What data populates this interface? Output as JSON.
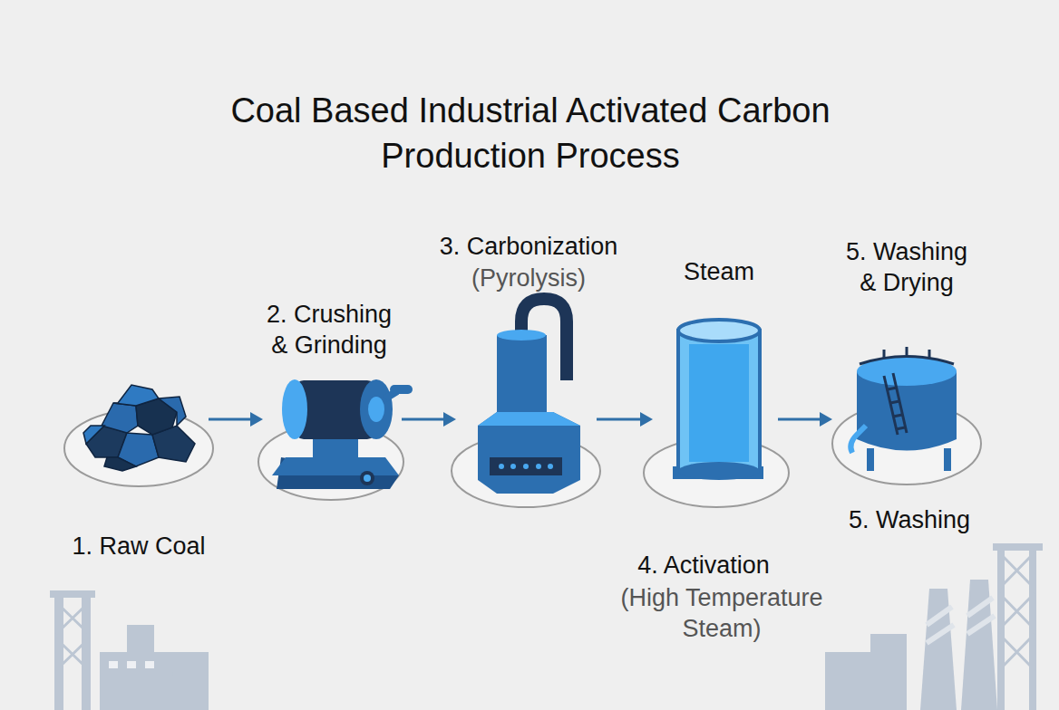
{
  "diagram": {
    "title": "Coal Based Industrial Activated Carbon Production Process",
    "nodes": [
      {
        "text": [
          "1. Raw Coal"
        ]
      },
      {
        "text": [
          "2. Crushing & Grinding"
        ]
      },
      {
        "text": [
          "3. Carbonization",
          "(Pyrolysis)"
        ]
      },
      {
        "text": [
          "Steam",
          "4. Activation",
          "(High Temperature Steam)"
        ]
      },
      {
        "text": [
          "5. Washing & Drying",
          "5. Washing"
        ]
      }
    ],
    "edges": [
      {
        "from": 0,
        "to": 1,
        "arrow": "to"
      },
      {
        "from": 1,
        "to": 2,
        "arrow": "to"
      },
      {
        "from": 2,
        "to": 3,
        "arrow": "to"
      },
      {
        "from": 3,
        "to": 4,
        "arrow": "to"
      }
    ]
  }
}
